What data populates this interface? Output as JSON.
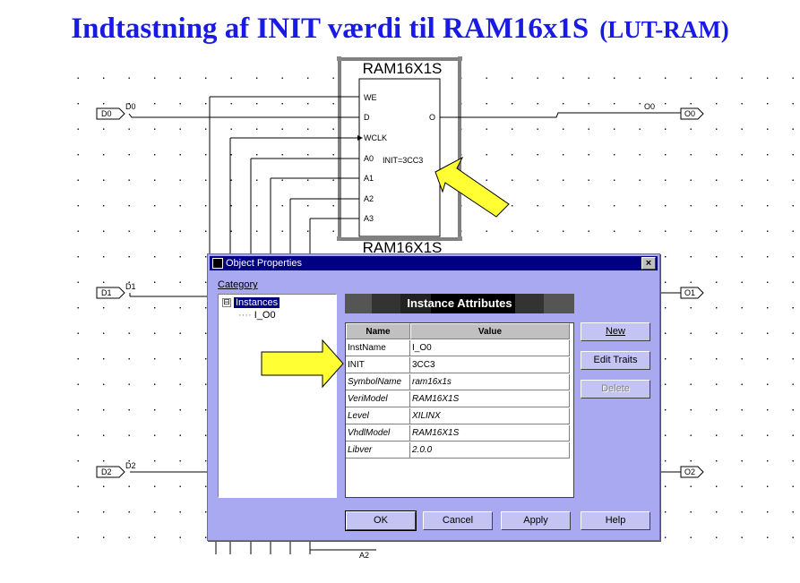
{
  "slide_title": {
    "main": "Indtastning af INIT værdi til RAM16x1S",
    "sub": "(LUT-RAM)"
  },
  "schematic": {
    "component_name": "RAM16X1S",
    "component_name_bottom": "RAM16X1S",
    "pins": {
      "we": "WE",
      "d": "D",
      "wclk": "WCLK",
      "a0": "A0",
      "a1": "A1",
      "a2": "A2",
      "a3": "A3",
      "o": "O"
    },
    "init_text": "INIT=3CC3",
    "nets": {
      "d0": "D0",
      "o0": "O0",
      "d1": "D1",
      "d2": "D2"
    },
    "ports": {
      "d0": "D0",
      "o0": "O0",
      "d1": "D1",
      "o1": "O1",
      "d2": "D2",
      "o2": "O2"
    },
    "partial_label": "A2"
  },
  "dialog": {
    "title": "Object Properties",
    "close_label": "×",
    "category_label": "Category",
    "tree": {
      "root": "Instances",
      "root_toggle": "⊟",
      "child": "I_O0"
    },
    "banner": "Instance Attributes",
    "table": {
      "headers": [
        "Name",
        "Value"
      ],
      "rows": [
        {
          "name": "InstName",
          "value": "I_O0"
        },
        {
          "name": "INIT",
          "value": "3CC3"
        },
        {
          "name": "SymbolName",
          "value": "ram16x1s"
        },
        {
          "name": "VeriModel",
          "value": "RAM16X1S"
        },
        {
          "name": "Level",
          "value": "XILINX"
        },
        {
          "name": "VhdlModel",
          "value": "RAM16X1S"
        },
        {
          "name": "Libver",
          "value": "2.0.0"
        }
      ]
    },
    "buttons": {
      "new": "New",
      "edit_traits": "Edit Traits",
      "delete": "Delete",
      "ok": "OK",
      "cancel": "Cancel",
      "apply": "Apply",
      "help": "Help"
    }
  },
  "colors": {
    "title": "#1a1ae6",
    "arrow": "#ffff33",
    "dialog_bg": "#a9a9f1",
    "titlebar": "#000080"
  }
}
